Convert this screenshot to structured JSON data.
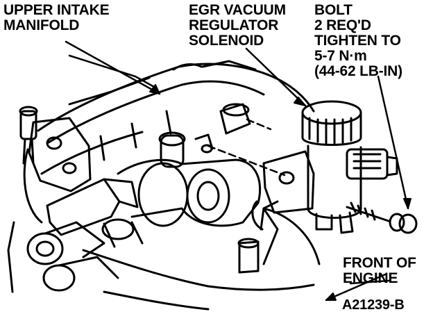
{
  "labels": {
    "upper_intake_manifold": [
      "UPPER INTAKE",
      "MANIFOLD"
    ],
    "egr_vacuum_regulator_solenoid": [
      "EGR VACUUM",
      "REGULATOR",
      "SOLENOID"
    ],
    "bolt_spec": [
      "BOLT",
      "2 REQ'D",
      "TIGHTEN TO",
      "5-7 N·m",
      "(44-62 LB-IN)"
    ],
    "front_of_engine": [
      "FRONT OF",
      "ENGINE"
    ],
    "figure_id": "A21239-B"
  },
  "colors": {
    "ink": "#000000",
    "paper": "#ffffff"
  }
}
